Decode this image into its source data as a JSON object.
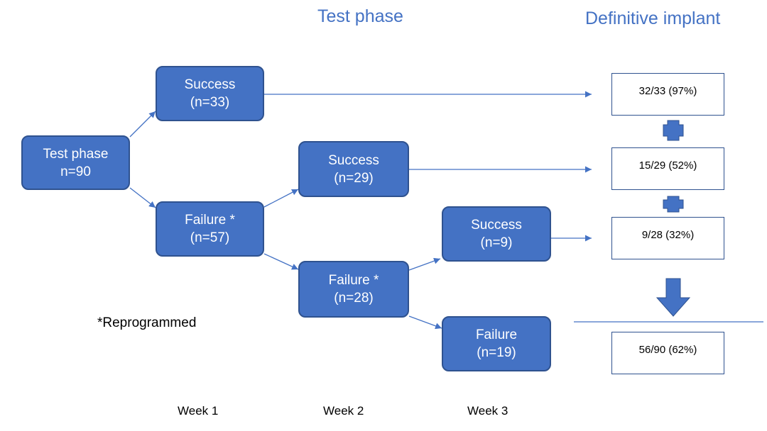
{
  "headers": {
    "test_phase": "Test phase",
    "definitive_implant": "Definitive implant"
  },
  "nodes": {
    "start": {
      "line1": "Test phase",
      "line2": "n=90"
    },
    "w1_success": {
      "line1": "Success",
      "line2": "(n=33)"
    },
    "w1_failure": {
      "line1": "Failure *",
      "line2": "(n=57)"
    },
    "w2_success": {
      "line1": "Success",
      "line2": "(n=29)"
    },
    "w2_failure": {
      "line1": "Failure *",
      "line2": "(n=28)"
    },
    "w3_success": {
      "line1": "Success",
      "line2": "(n=9)"
    },
    "w3_failure": {
      "line1": "Failure",
      "line2": "(n=19)"
    }
  },
  "outcomes": {
    "week1": "32/33 (97%)",
    "week2": "15/29 (52%)",
    "week3": "9/28 (32%)",
    "total": "56/90 (62%)"
  },
  "footnote": "*Reprogrammed",
  "weeks": [
    "Week 1",
    "Week 2",
    "Week 3"
  ],
  "colors": {
    "node_fill": "#4472c4",
    "node_border": "#2f528f",
    "arrow": "#4472c4",
    "header_text": "#4472c4"
  }
}
